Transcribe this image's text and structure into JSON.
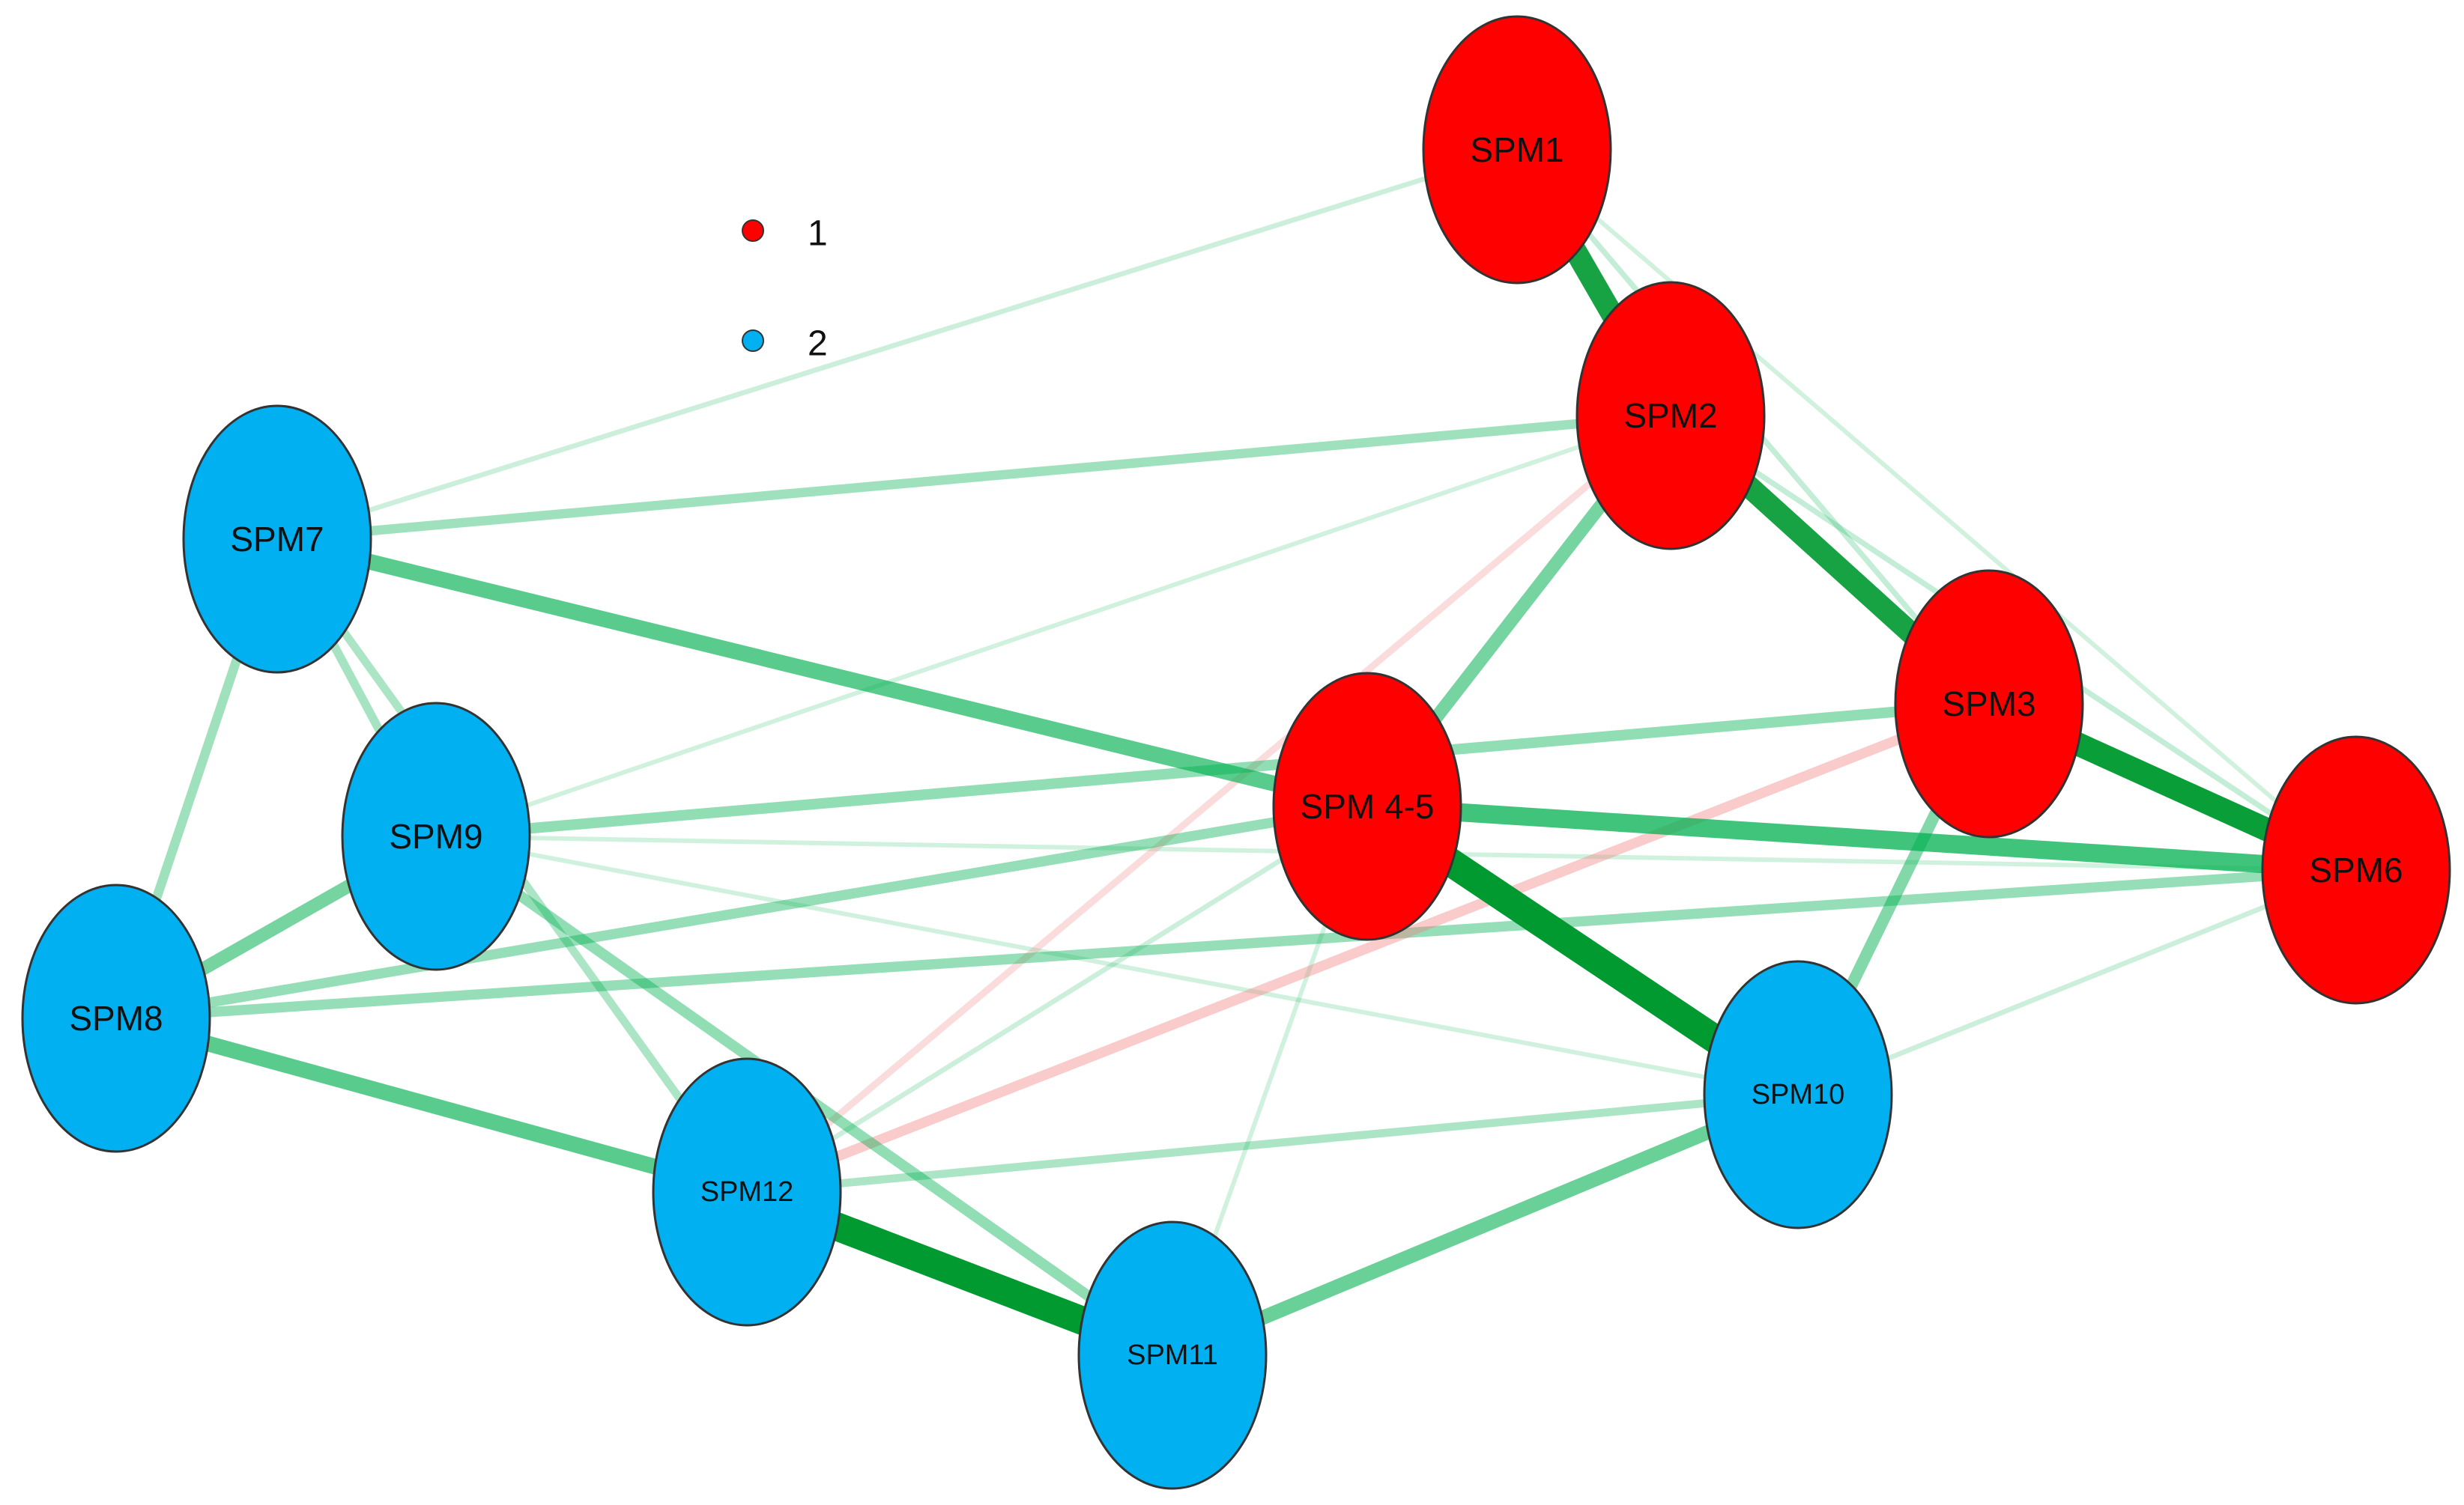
{
  "legend": [
    {
      "label": "1",
      "color": "#ff0000"
    },
    {
      "label": "2",
      "color": "#00b0f0"
    }
  ],
  "node_fill": {
    "1": "#ff0000",
    "2": "#00b0f0"
  },
  "edge_colors": {
    "positive": "#00b050",
    "strong_positive": "#009a30",
    "negative": "#f08080"
  },
  "nodes": [
    {
      "id": "SPM1",
      "label": "SPM1",
      "group": "1"
    },
    {
      "id": "SPM2",
      "label": "SPM2",
      "group": "1"
    },
    {
      "id": "SPM3",
      "label": "SPM3",
      "group": "1"
    },
    {
      "id": "SPM45",
      "label": "SPM 4-5",
      "group": "1"
    },
    {
      "id": "SPM6",
      "label": "SPM6",
      "group": "1"
    },
    {
      "id": "SPM7",
      "label": "SPM7",
      "group": "2"
    },
    {
      "id": "SPM8",
      "label": "SPM8",
      "group": "2"
    },
    {
      "id": "SPM9",
      "label": "SPM9",
      "group": "2"
    },
    {
      "id": "SPM10",
      "label": "SPM10",
      "group": "2"
    },
    {
      "id": "SPM11",
      "label": "SPM11",
      "group": "2"
    },
    {
      "id": "SPM12",
      "label": "SPM12",
      "group": "2"
    }
  ],
  "edges": [
    {
      "from": "SPM1",
      "to": "SPM2",
      "sign": "positive",
      "weight": 0.75
    },
    {
      "from": "SPM2",
      "to": "SPM3",
      "sign": "positive",
      "weight": 0.75
    },
    {
      "from": "SPM3",
      "to": "SPM6",
      "sign": "positive",
      "weight": 0.8
    },
    {
      "from": "SPM45",
      "to": "SPM10",
      "sign": "positive",
      "weight": 1.0
    },
    {
      "from": "SPM12",
      "to": "SPM11",
      "sign": "positive",
      "weight": 1.0
    },
    {
      "from": "SPM45",
      "to": "SPM6",
      "sign": "positive",
      "weight": 0.6
    },
    {
      "from": "SPM7",
      "to": "SPM45",
      "sign": "positive",
      "weight": 0.5
    },
    {
      "from": "SPM8",
      "to": "SPM12",
      "sign": "positive",
      "weight": 0.5
    },
    {
      "from": "SPM11",
      "to": "SPM10",
      "sign": "positive",
      "weight": 0.45
    },
    {
      "from": "SPM2",
      "to": "SPM45",
      "sign": "positive",
      "weight": 0.4
    },
    {
      "from": "SPM8",
      "to": "SPM9",
      "sign": "positive",
      "weight": 0.4
    },
    {
      "from": "SPM3",
      "to": "SPM10",
      "sign": "positive",
      "weight": 0.35
    },
    {
      "from": "SPM9",
      "to": "SPM11",
      "sign": "positive",
      "weight": 0.3
    },
    {
      "from": "SPM9",
      "to": "SPM3",
      "sign": "positive",
      "weight": 0.3
    },
    {
      "from": "SPM8",
      "to": "SPM6",
      "sign": "positive",
      "weight": 0.28
    },
    {
      "from": "SPM8",
      "to": "SPM45",
      "sign": "positive",
      "weight": 0.28
    },
    {
      "from": "SPM7",
      "to": "SPM2",
      "sign": "positive",
      "weight": 0.25
    },
    {
      "from": "SPM7",
      "to": "SPM8",
      "sign": "positive",
      "weight": 0.25
    },
    {
      "from": "SPM7",
      "to": "SPM9",
      "sign": "positive",
      "weight": 0.22
    },
    {
      "from": "SPM7",
      "to": "SPM12",
      "sign": "positive",
      "weight": 0.2
    },
    {
      "from": "SPM12",
      "to": "SPM10",
      "sign": "positive",
      "weight": 0.2
    },
    {
      "from": "SPM12",
      "to": "SPM3",
      "sign": "negative",
      "weight": 0.28
    },
    {
      "from": "SPM12",
      "to": "SPM2",
      "sign": "negative",
      "weight": 0.15
    },
    {
      "from": "SPM7",
      "to": "SPM1",
      "sign": "positive",
      "weight": 0.08
    },
    {
      "from": "SPM1",
      "to": "SPM3",
      "sign": "positive",
      "weight": 0.1
    },
    {
      "from": "SPM2",
      "to": "SPM6",
      "sign": "positive",
      "weight": 0.1
    },
    {
      "from": "SPM1",
      "to": "SPM6",
      "sign": "positive",
      "weight": 0.06
    },
    {
      "from": "SPM10",
      "to": "SPM6",
      "sign": "positive",
      "weight": 0.08
    },
    {
      "from": "SPM9",
      "to": "SPM6",
      "sign": "positive",
      "weight": 0.06
    },
    {
      "from": "SPM12",
      "to": "SPM45",
      "sign": "positive",
      "weight": 0.08
    },
    {
      "from": "SPM11",
      "to": "SPM45",
      "sign": "positive",
      "weight": 0.06
    },
    {
      "from": "SPM9",
      "to": "SPM2",
      "sign": "positive",
      "weight": 0.06
    },
    {
      "from": "SPM9",
      "to": "SPM10",
      "sign": "positive",
      "weight": 0.06
    }
  ]
}
